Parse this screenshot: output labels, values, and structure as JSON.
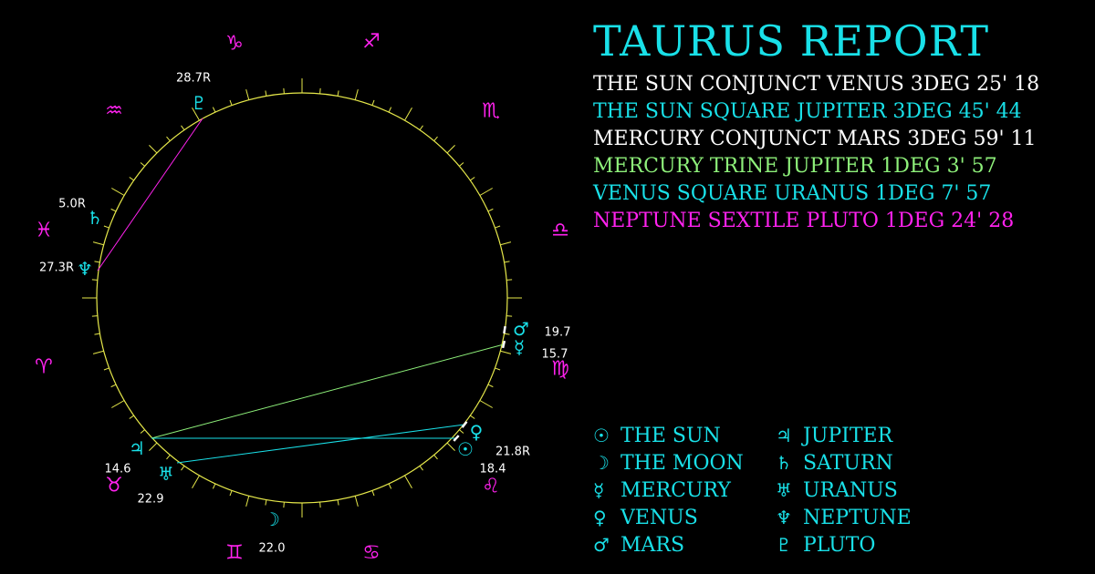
{
  "title": "TAURUS REPORT",
  "aspects": [
    {
      "text": "THE SUN CONJUNCT VENUS 3DEG 25' 18",
      "color": "#ffffff"
    },
    {
      "text": "THE SUN SQUARE JUPITER 3DEG 45' 44",
      "color": "#19e0e8"
    },
    {
      "text": "MERCURY CONJUNCT MARS 3DEG 59' 11",
      "color": "#ffffff"
    },
    {
      "text": "MERCURY TRINE JUPITER 1DEG 3' 57",
      "color": "#8ef07a"
    },
    {
      "text": "VENUS SQUARE URANUS 1DEG 7' 57",
      "color": "#19e0e8"
    },
    {
      "text": "NEPTUNE SEXTILE PLUTO 1DEG 24' 28",
      "color": "#ff22ee"
    }
  ],
  "legend": [
    {
      "symbol": "☉",
      "label": "THE SUN"
    },
    {
      "symbol": "☽",
      "label": "THE MOON"
    },
    {
      "symbol": "☿",
      "label": "MERCURY"
    },
    {
      "symbol": "♀",
      "label": "VENUS"
    },
    {
      "symbol": "♂",
      "label": "MARS"
    },
    {
      "symbol": "♃",
      "label": "JUPITER"
    },
    {
      "symbol": "♄",
      "label": "SATURN"
    },
    {
      "symbol": "♅",
      "label": "URANUS"
    },
    {
      "symbol": "♆",
      "label": "NEPTUNE"
    },
    {
      "symbol": "♇",
      "label": "PLUTO"
    }
  ],
  "chart": {
    "colors": {
      "circle": "#e6e84a",
      "zodiac": "#ff22ee",
      "planet": "#19e0e8",
      "label": "#ffffff"
    },
    "zodiac": [
      {
        "symbol": "♑",
        "name": "capricorn"
      },
      {
        "symbol": "♐",
        "name": "sagittarius"
      },
      {
        "symbol": "♒",
        "name": "aquarius"
      },
      {
        "symbol": "♏",
        "name": "scorpio"
      },
      {
        "symbol": "♓",
        "name": "pisces"
      },
      {
        "symbol": "♎",
        "name": "libra"
      },
      {
        "symbol": "♈",
        "name": "aries"
      },
      {
        "symbol": "♍",
        "name": "virgo"
      },
      {
        "symbol": "♉",
        "name": "taurus"
      },
      {
        "symbol": "♌",
        "name": "leo"
      },
      {
        "symbol": "♊",
        "name": "gemini"
      },
      {
        "symbol": "♋",
        "name": "cancer"
      }
    ],
    "planets": [
      {
        "symbol": "♇",
        "name": "pluto",
        "label": "28.7R"
      },
      {
        "symbol": "♄",
        "name": "saturn",
        "label": "5.0R"
      },
      {
        "symbol": "♆",
        "name": "neptune",
        "label": "27.3R"
      },
      {
        "symbol": "♂",
        "name": "mars",
        "label": "19.7"
      },
      {
        "symbol": "☿",
        "name": "mercury",
        "label": "15.7"
      },
      {
        "symbol": "♀",
        "name": "venus",
        "label": "21.8R"
      },
      {
        "symbol": "☉",
        "name": "sun",
        "label": "18.4"
      },
      {
        "symbol": "♃",
        "name": "jupiter",
        "label": "14.6"
      },
      {
        "symbol": "♅",
        "name": "uranus",
        "label": "22.9"
      },
      {
        "symbol": "☽",
        "name": "moon",
        "label": "22.0"
      }
    ],
    "aspect_lines": [
      {
        "from": "neptune",
        "to": "pluto",
        "color": "#ff22ee"
      },
      {
        "from": "mercury",
        "to": "jupiter",
        "color": "#8ef07a"
      },
      {
        "from": "sun",
        "to": "jupiter",
        "color": "#19e0e8"
      },
      {
        "from": "venus",
        "to": "uranus",
        "color": "#19e0e8"
      }
    ]
  }
}
